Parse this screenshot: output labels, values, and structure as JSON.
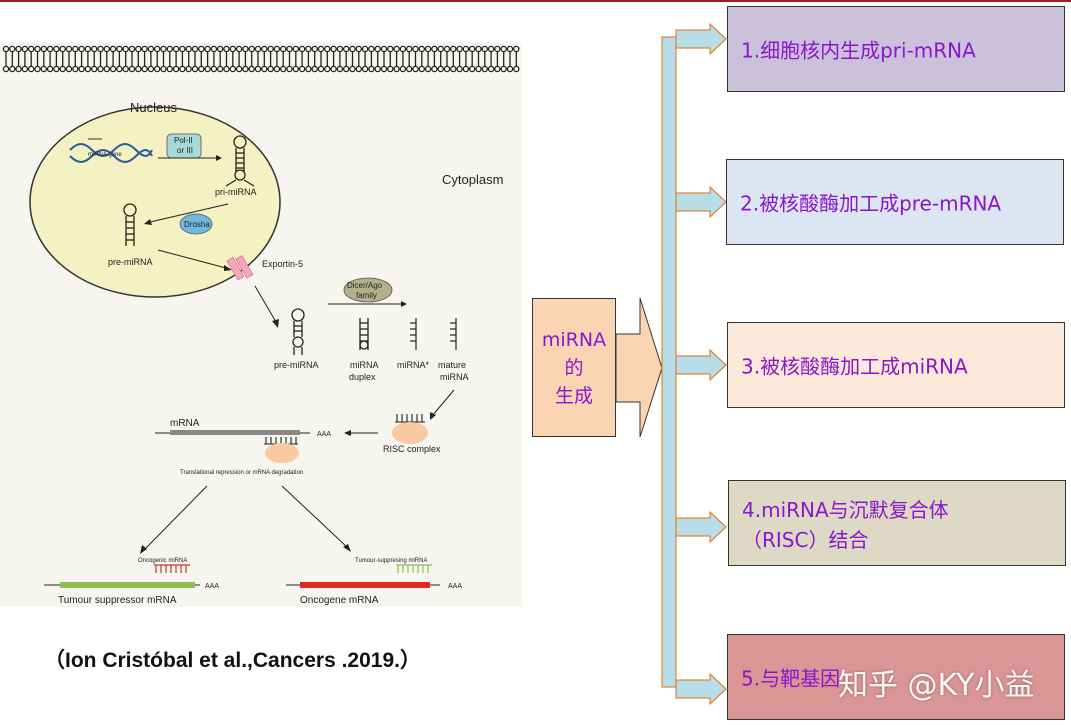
{
  "figure": {
    "nucleus": "Nucleus",
    "cytoplasm": "Cytoplasm",
    "gene": "miRNA gene",
    "pol": [
      "Pol-II",
      "or III"
    ],
    "pri_mirna": "pri-miRNA",
    "drosha": "Drosha",
    "pre_mirna_nuc": "pre-miRNA",
    "exportin": "Exportin-5",
    "pre_mirna_cyto": "pre-miRNA",
    "dicer": [
      "Dicer/Ago",
      "family"
    ],
    "mirna_duplex": [
      "miRNA",
      "duplex"
    ],
    "mirna_star": "miRNA*",
    "mature_mirna": [
      "mature",
      "miRNA"
    ],
    "mrna": "mRNA",
    "aaa1": "AAA",
    "risc": "RISC complex",
    "translational": "Translational repression or mRNA degradation",
    "oncogenic": "Oncogenic miRNA",
    "tumour_suppressing": "Tumour-suppresing miRNA",
    "aaa2": "AAA",
    "aaa3": "AAA",
    "tumour_suppressor_mrna": "Tumour suppressor mRNA",
    "oncogene_mrna": "Oncogene mRNA"
  },
  "citation": "（Ion Cristóbal et al.,Cancers .2019.）",
  "hub": [
    "miRNA",
    "的",
    "生成"
  ],
  "steps": [
    {
      "text": "1.细胞核内生成pri-mRNA",
      "color": "#ccc1da"
    },
    {
      "text": "2.被核酸酶加工成pre-mRNA",
      "color": "#dce6f2"
    },
    {
      "text": "3.被核酸酶加工成miRNA",
      "color": "#fde9d9"
    },
    {
      "line1": "4.miRNA与沉默复合体",
      "line2": "（RISC）结合",
      "color": "#ddd9c4"
    },
    {
      "text": "5.与靶基因",
      "color": "#d99694"
    }
  ],
  "watermark": "知乎 @KY小益",
  "colors": {
    "text_purple": "#8a16cc",
    "connector": "#b7dee8",
    "connector_border": "#e46c0a"
  }
}
